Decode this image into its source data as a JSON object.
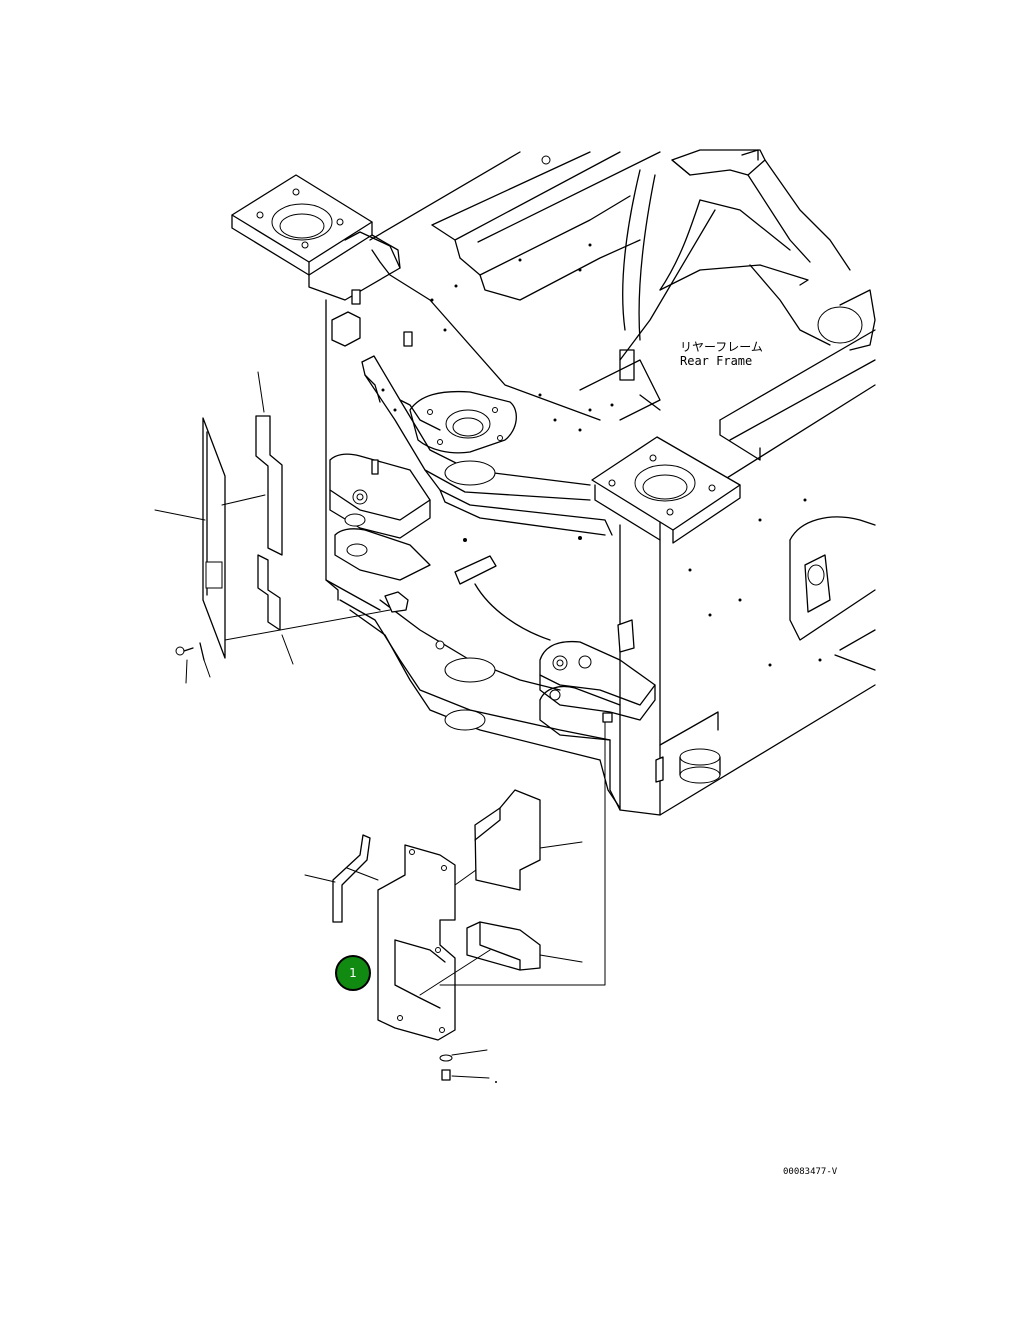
{
  "labels": {
    "rear_frame_jp": "リヤーフレーム",
    "rear_frame_en": "Rear Frame"
  },
  "callouts": [
    {
      "number": "1",
      "color": "#118a11"
    }
  ],
  "drawing_number": "00083477-V"
}
